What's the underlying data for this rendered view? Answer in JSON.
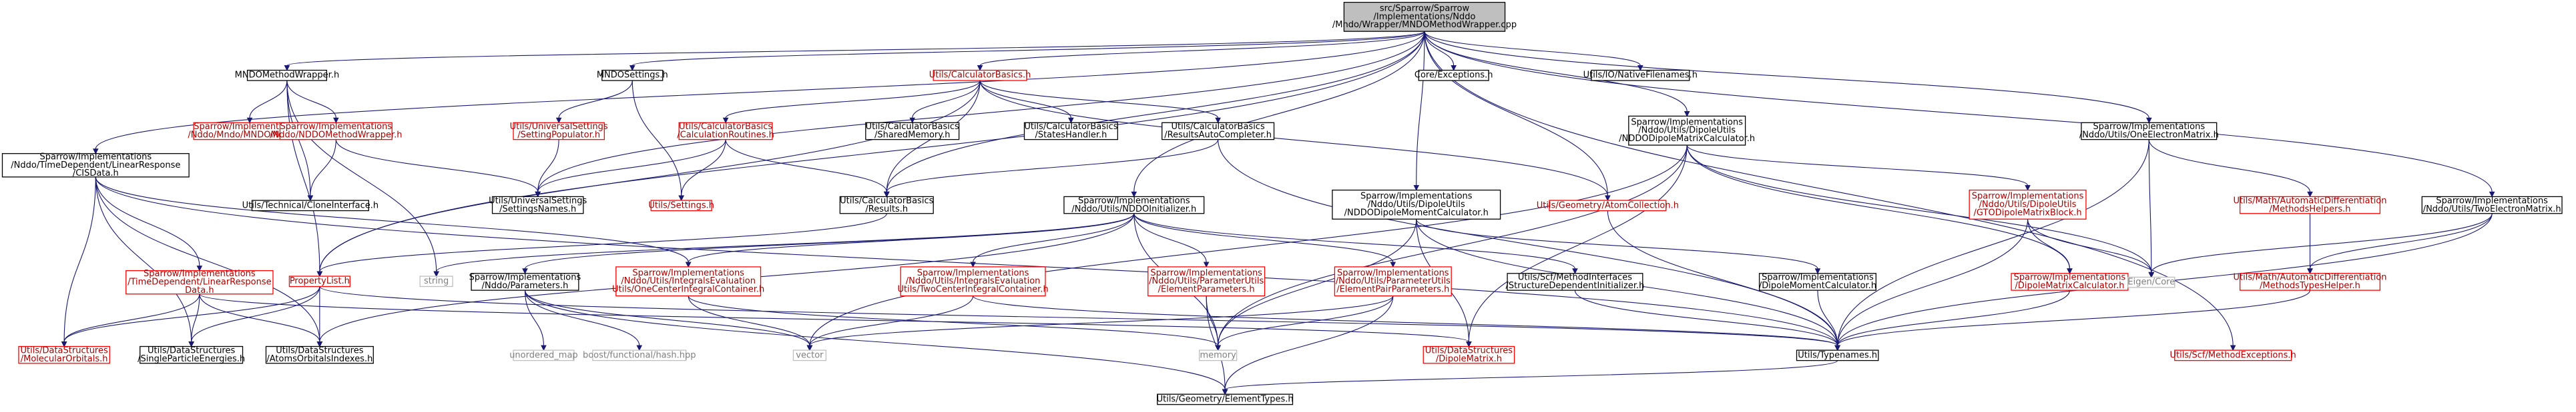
{
  "colors": {
    "root_fill": "#bfbfbf",
    "node_fill": "#ffffff",
    "normal_border": "#000000",
    "normal_text": "#000000",
    "missing_border": "#ff0000",
    "missing_text": "#aa0000",
    "external_border": "#bfbfbf",
    "external_text": "#7f7f7f",
    "edge": "#191970"
  },
  "nodes": [
    {
      "id": "root",
      "lines": [
        "src/Sparrow/Sparrow",
        "/Implementations/Nddo",
        "/Mndo/Wrapper/MNDOMethodWrapper.cpp"
      ],
      "kind": "root"
    },
    {
      "id": "mndo_method_wrapper",
      "lines": [
        "MNDOMethodWrapper.h"
      ],
      "kind": "normal"
    },
    {
      "id": "mndo_settings",
      "lines": [
        "MNDOSettings.h"
      ],
      "kind": "normal"
    },
    {
      "id": "calculator_basics",
      "lines": [
        "Utils/CalculatorBasics.h"
      ],
      "kind": "missing"
    },
    {
      "id": "core_exceptions",
      "lines": [
        "Core/Exceptions.h"
      ],
      "kind": "normal"
    },
    {
      "id": "native_filenames",
      "lines": [
        "Utils/IO/NativeFilenames.h"
      ],
      "kind": "normal"
    },
    {
      "id": "td_lr_cis",
      "lines": [
        "Sparrow/Implementations",
        "/Nddo/TimeDependent/LinearResponse",
        "/CISData.h"
      ],
      "kind": "normal"
    },
    {
      "id": "mndo_method",
      "lines": [
        "Sparrow/Implementations",
        "/Nddo/Mndo/MNDOMethod.h"
      ],
      "kind": "missing"
    },
    {
      "id": "nddo_method_wrapper",
      "lines": [
        "Sparrow/Implementations",
        "/Nddo/NDDOMethodWrapper.h"
      ],
      "kind": "missing"
    },
    {
      "id": "universal_settings_populator",
      "lines": [
        "Utils/UniversalSettings",
        "/SettingPopulator.h"
      ],
      "kind": "missing"
    },
    {
      "id": "calc_routines",
      "lines": [
        "Utils/CalculatorBasics",
        "/CalculationRoutines.h"
      ],
      "kind": "missing"
    },
    {
      "id": "shared_memory",
      "lines": [
        "Utils/CalculatorBasics",
        "/SharedMemory.h"
      ],
      "kind": "normal"
    },
    {
      "id": "states_handler",
      "lines": [
        "Utils/CalculatorBasics",
        "/StatesHandler.h"
      ],
      "kind": "normal"
    },
    {
      "id": "results_autocompleter",
      "lines": [
        "Utils/CalculatorBasics",
        "/ResultsAutoCompleter.h"
      ],
      "kind": "normal"
    },
    {
      "id": "dipole_matrix_calc_nddo",
      "lines": [
        "Sparrow/Implementations",
        "/Nddo/Utils/DipoleUtils",
        "/NDDODipoleMatrixCalculator.h"
      ],
      "kind": "normal"
    },
    {
      "id": "one_electron_matrix",
      "lines": [
        "Sparrow/Implementations",
        "/Nddo/Utils/OneElectronMatrix.h"
      ],
      "kind": "normal"
    },
    {
      "id": "clone_interface",
      "lines": [
        "Utils/Technical/CloneInterface.h"
      ],
      "kind": "normal"
    },
    {
      "id": "settings_names",
      "lines": [
        "Utils/UniversalSettings",
        "/SettingsNames.h"
      ],
      "kind": "normal"
    },
    {
      "id": "utils_settings",
      "lines": [
        "Utils/Settings.h"
      ],
      "kind": "missing"
    },
    {
      "id": "results",
      "lines": [
        "Utils/CalculatorBasics",
        "/Results.h"
      ],
      "kind": "normal"
    },
    {
      "id": "nddo_initializer",
      "lines": [
        "Sparrow/Implementations",
        "/Nddo/Utils/NDDOInitializer.h"
      ],
      "kind": "normal"
    },
    {
      "id": "dipole_moment_calc_nddo",
      "lines": [
        "Sparrow/Implementations",
        "/Nddo/Utils/DipoleUtils",
        "/NDDODipoleMomentCalculator.h"
      ],
      "kind": "normal"
    },
    {
      "id": "atom_collection",
      "lines": [
        "Utils/Geometry/AtomCollection.h"
      ],
      "kind": "missing"
    },
    {
      "id": "gto_dipole_block",
      "lines": [
        "Sparrow/Implementations",
        "/Nddo/Utils/DipoleUtils",
        "/GTODipoleMatrixBlock.h"
      ],
      "kind": "missing"
    },
    {
      "id": "autodiff_methods_helpers",
      "lines": [
        "Utils/Math/AutomaticDifferentiation",
        "/MethodsHelpers.h"
      ],
      "kind": "missing"
    },
    {
      "id": "two_electron_matrix",
      "lines": [
        "Sparrow/Implementations",
        "/Nddo/Utils/TwoElectronMatrix.h"
      ],
      "kind": "normal"
    },
    {
      "id": "td_lr_data",
      "lines": [
        "Sparrow/Implementations",
        "/TimeDependent/LinearResponse",
        "Data.h"
      ],
      "kind": "missing"
    },
    {
      "id": "property_list",
      "lines": [
        "PropertyList.h"
      ],
      "kind": "missing"
    },
    {
      "id": "string",
      "lines": [
        "string"
      ],
      "kind": "external"
    },
    {
      "id": "nddo_parameters",
      "lines": [
        "Sparrow/Implementations",
        "/Nddo/Parameters.h"
      ],
      "kind": "normal"
    },
    {
      "id": "one_center_integral_container",
      "lines": [
        "Sparrow/Implementations",
        "/Nddo/Utils/IntegralsEvaluation",
        "Utils/OneCenterIntegralContainer.h"
      ],
      "kind": "missing"
    },
    {
      "id": "two_center_integral_container",
      "lines": [
        "Sparrow/Implementations",
        "/Nddo/Utils/IntegralsEvaluation",
        "Utils/TwoCenterIntegralContainer.h"
      ],
      "kind": "missing"
    },
    {
      "id": "element_parameters",
      "lines": [
        "Sparrow/Implementations",
        "/Nddo/Utils/ParameterUtils",
        "/ElementParameters.h"
      ],
      "kind": "missing"
    },
    {
      "id": "element_pair_parameters",
      "lines": [
        "Sparrow/Implementations",
        "/Nddo/Utils/ParameterUtils",
        "/ElementPairParameters.h"
      ],
      "kind": "missing"
    },
    {
      "id": "structure_dependent_initializer",
      "lines": [
        "Utils/Scf/MethodInterfaces",
        "/StructureDependentInitializer.h"
      ],
      "kind": "normal"
    },
    {
      "id": "dipole_moment_calc",
      "lines": [
        "Sparrow/Implementations",
        "/DipoleMomentCalculator.h"
      ],
      "kind": "normal"
    },
    {
      "id": "dipole_matrix_calc",
      "lines": [
        "Sparrow/Implementations",
        "/DipoleMatrixCalculator.h"
      ],
      "kind": "missing"
    },
    {
      "id": "autodiff_methods_types_helper",
      "lines": [
        "Utils/Math/AutomaticDifferentiation",
        "/MethodsTypesHelper.h"
      ],
      "kind": "missing"
    },
    {
      "id": "eigen_core",
      "lines": [
        "Eigen/Core"
      ],
      "kind": "external"
    },
    {
      "id": "molecular_orbitals",
      "lines": [
        "Utils/DataStructures",
        "/MolecularOrbitals.h"
      ],
      "kind": "missing"
    },
    {
      "id": "single_particle_energies",
      "lines": [
        "Utils/DataStructures",
        "/SingleParticleEnergies.h"
      ],
      "kind": "normal"
    },
    {
      "id": "atoms_orbitals_indexes",
      "lines": [
        "Utils/DataStructures",
        "/AtomsOrbitalsIndexes.h"
      ],
      "kind": "normal"
    },
    {
      "id": "unordered_map",
      "lines": [
        "unordered_map"
      ],
      "kind": "external"
    },
    {
      "id": "boost_hash",
      "lines": [
        "boost/functional/hash.hpp"
      ],
      "kind": "external"
    },
    {
      "id": "vector",
      "lines": [
        "vector"
      ],
      "kind": "external"
    },
    {
      "id": "memory",
      "lines": [
        "memory"
      ],
      "kind": "external"
    },
    {
      "id": "dipole_matrix",
      "lines": [
        "Utils/DataStructures",
        "/DipoleMatrix.h"
      ],
      "kind": "missing"
    },
    {
      "id": "typenames",
      "lines": [
        "Utils/Typenames.h"
      ],
      "kind": "normal"
    },
    {
      "id": "method_exceptions",
      "lines": [
        "Utils/Scf/MethodExceptions.h"
      ],
      "kind": "missing"
    },
    {
      "id": "element_types",
      "lines": [
        "Utils/Geometry/ElementTypes.h"
      ],
      "kind": "normal"
    }
  ],
  "edges": [
    [
      "root",
      "mndo_method_wrapper"
    ],
    [
      "root",
      "mndo_settings"
    ],
    [
      "root",
      "calculator_basics"
    ],
    [
      "root",
      "core_exceptions"
    ],
    [
      "root",
      "native_filenames"
    ],
    [
      "root",
      "td_lr_cis"
    ],
    [
      "root",
      "settings_names"
    ],
    [
      "root",
      "results"
    ],
    [
      "root",
      "nddo_initializer"
    ],
    [
      "root",
      "dipole_moment_calc_nddo"
    ],
    [
      "root",
      "atom_collection"
    ],
    [
      "root",
      "dipole_matrix_calc_nddo"
    ],
    [
      "root",
      "one_electron_matrix"
    ],
    [
      "root",
      "two_electron_matrix"
    ],
    [
      "root",
      "property_list"
    ],
    [
      "root",
      "method_exceptions"
    ],
    [
      "mndo_method_wrapper",
      "mndo_method"
    ],
    [
      "mndo_method_wrapper",
      "nddo_method_wrapper"
    ],
    [
      "mndo_method_wrapper",
      "clone_interface"
    ],
    [
      "mndo_method_wrapper",
      "string"
    ],
    [
      "mndo_method_wrapper",
      "property_list"
    ],
    [
      "mndo_settings",
      "universal_settings_populator"
    ],
    [
      "mndo_settings",
      "utils_settings"
    ],
    [
      "calculator_basics",
      "calc_routines"
    ],
    [
      "calculator_basics",
      "shared_memory"
    ],
    [
      "calculator_basics",
      "states_handler"
    ],
    [
      "calculator_basics",
      "results_autocompleter"
    ],
    [
      "calculator_basics",
      "results"
    ],
    [
      "calculator_basics",
      "property_list"
    ],
    [
      "calculator_basics",
      "atom_collection"
    ],
    [
      "td_lr_cis",
      "td_lr_data"
    ],
    [
      "td_lr_cis",
      "molecular_orbitals"
    ],
    [
      "td_lr_cis",
      "single_particle_energies"
    ],
    [
      "td_lr_cis",
      "atoms_orbitals_indexes"
    ],
    [
      "td_lr_cis",
      "one_center_integral_container"
    ],
    [
      "td_lr_cis",
      "typenames"
    ],
    [
      "nddo_method_wrapper",
      "clone_interface"
    ],
    [
      "nddo_method_wrapper",
      "settings_names"
    ],
    [
      "universal_settings_populator",
      "settings_names"
    ],
    [
      "calc_routines",
      "settings_names"
    ],
    [
      "calc_routines",
      "utils_settings"
    ],
    [
      "calc_routines",
      "results"
    ],
    [
      "results_autocompleter",
      "results"
    ],
    [
      "results_autocompleter",
      "typenames"
    ],
    [
      "results",
      "property_list"
    ],
    [
      "dipole_matrix_calc_nddo",
      "gto_dipole_block"
    ],
    [
      "dipole_matrix_calc_nddo",
      "dipole_matrix_calc"
    ],
    [
      "dipole_matrix_calc_nddo",
      "eigen_core"
    ],
    [
      "dipole_matrix_calc_nddo",
      "dipole_matrix"
    ],
    [
      "dipole_matrix_calc_nddo",
      "memory"
    ],
    [
      "dipole_matrix_calc_nddo",
      "vector"
    ],
    [
      "one_electron_matrix",
      "autodiff_methods_helpers"
    ],
    [
      "one_electron_matrix",
      "eigen_core"
    ],
    [
      "one_electron_matrix",
      "typenames"
    ],
    [
      "nddo_initializer",
      "string"
    ],
    [
      "nddo_initializer",
      "nddo_parameters"
    ],
    [
      "nddo_initializer",
      "one_center_integral_container"
    ],
    [
      "nddo_initializer",
      "two_center_integral_container"
    ],
    [
      "nddo_initializer",
      "element_parameters"
    ],
    [
      "nddo_initializer",
      "element_pair_parameters"
    ],
    [
      "nddo_initializer",
      "structure_dependent_initializer"
    ],
    [
      "nddo_initializer",
      "atoms_orbitals_indexes"
    ],
    [
      "nddo_initializer",
      "memory"
    ],
    [
      "dipole_moment_calc_nddo",
      "dipole_moment_calc"
    ],
    [
      "dipole_moment_calc_nddo",
      "dipole_matrix"
    ],
    [
      "dipole_moment_calc_nddo",
      "memory"
    ],
    [
      "dipole_moment_calc_nddo",
      "typenames"
    ],
    [
      "atom_collection",
      "typenames"
    ],
    [
      "gto_dipole_block",
      "dipole_matrix_calc"
    ],
    [
      "gto_dipole_block",
      "eigen_core"
    ],
    [
      "gto_dipole_block",
      "typenames"
    ],
    [
      "autodiff_methods_helpers",
      "autodiff_methods_types_helper"
    ],
    [
      "two_electron_matrix",
      "autodiff_methods_types_helper"
    ],
    [
      "two_electron_matrix",
      "eigen_core"
    ],
    [
      "two_electron_matrix",
      "typenames"
    ],
    [
      "td_lr_data",
      "molecular_orbitals"
    ],
    [
      "td_lr_data",
      "single_particle_energies"
    ],
    [
      "td_lr_data",
      "atoms_orbitals_indexes"
    ],
    [
      "td_lr_data",
      "dipole_matrix"
    ],
    [
      "property_list",
      "molecular_orbitals"
    ],
    [
      "property_list",
      "single_particle_energies"
    ],
    [
      "property_list",
      "atoms_orbitals_indexes"
    ],
    [
      "property_list",
      "typenames"
    ],
    [
      "nddo_parameters",
      "unordered_map"
    ],
    [
      "nddo_parameters",
      "boost_hash"
    ],
    [
      "nddo_parameters",
      "vector"
    ],
    [
      "nddo_parameters",
      "element_types"
    ],
    [
      "one_center_integral_container",
      "vector"
    ],
    [
      "one_center_integral_container",
      "memory"
    ],
    [
      "two_center_integral_container",
      "vector"
    ],
    [
      "two_center_integral_container",
      "typenames"
    ],
    [
      "element_parameters",
      "memory"
    ],
    [
      "element_parameters",
      "element_types"
    ],
    [
      "element_pair_parameters",
      "memory"
    ],
    [
      "element_pair_parameters",
      "element_types"
    ],
    [
      "element_pair_parameters",
      "vector"
    ],
    [
      "structure_dependent_initializer",
      "typenames"
    ],
    [
      "dipole_moment_calc",
      "typenames"
    ],
    [
      "dipole_matrix_calc",
      "typenames"
    ],
    [
      "autodiff_methods_types_helper",
      "typenames"
    ],
    [
      "typenames",
      "element_types"
    ]
  ]
}
